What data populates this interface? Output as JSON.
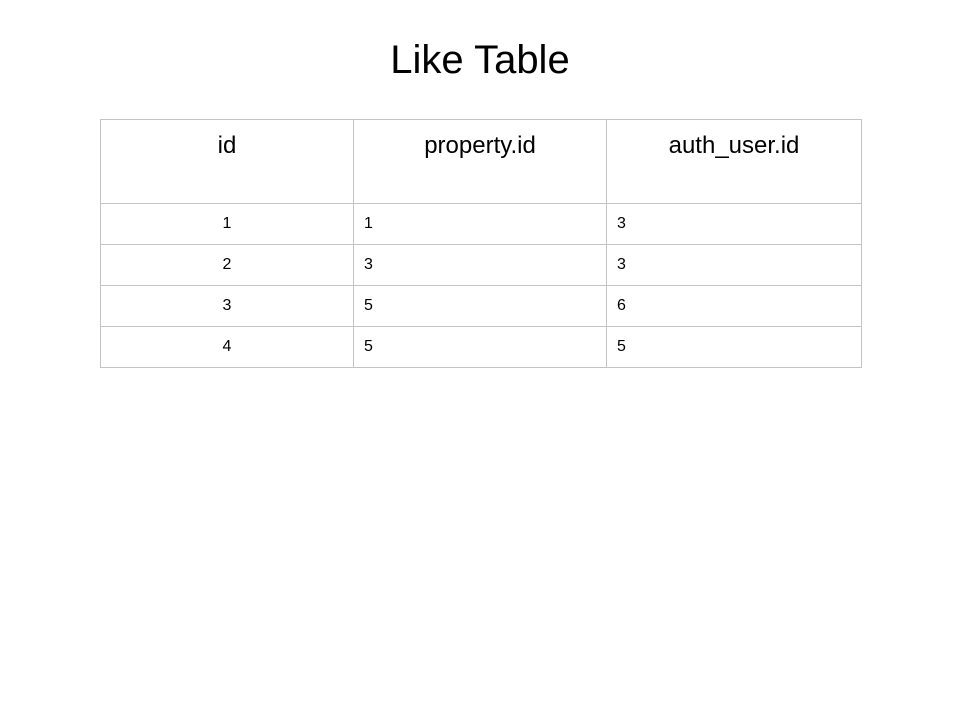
{
  "title": "Like Table",
  "table": {
    "headers": [
      "id",
      "property.id",
      "auth_user.id"
    ],
    "rows": [
      [
        "1",
        "1",
        "3"
      ],
      [
        "2",
        "3",
        "3"
      ],
      [
        "3",
        "5",
        "6"
      ],
      [
        "4",
        "5",
        "5"
      ]
    ]
  }
}
